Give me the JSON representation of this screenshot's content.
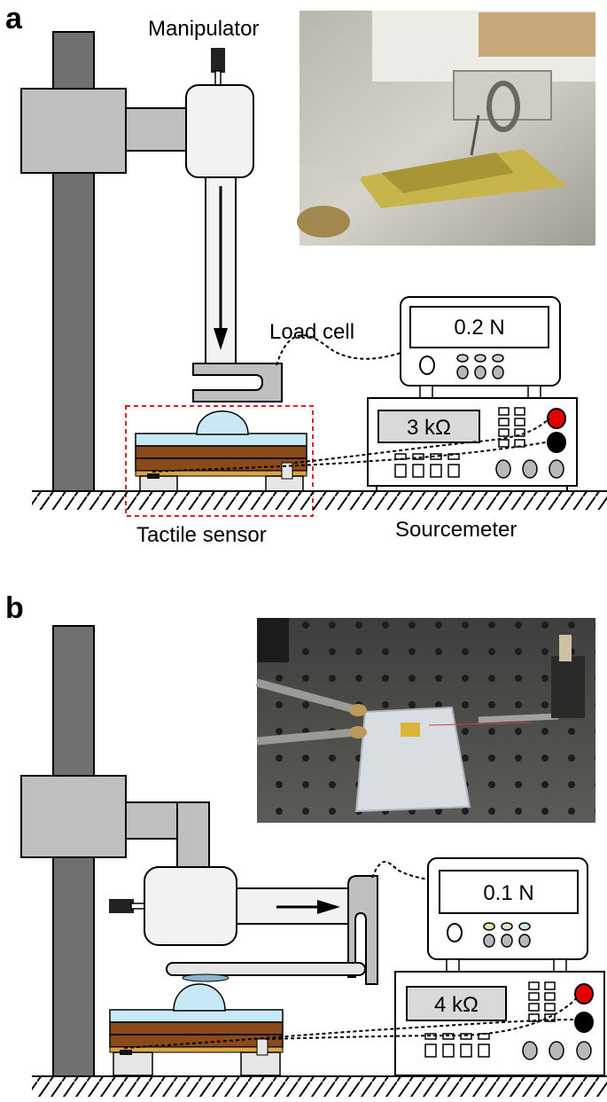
{
  "panel_a": {
    "letter": "a",
    "manipulator_label": "Manipulator",
    "load_cell_label": "Load cell",
    "force_readout": "0.2 N",
    "resistance_readout": "3 kΩ",
    "sensor_label": "Tactile sensor",
    "meter_label": "Sourcemeter"
  },
  "panel_b": {
    "letter": "b",
    "force_readout": "0.1 N",
    "resistance_readout": "4 kΩ"
  },
  "colors": {
    "pillar": "#707070",
    "clamp": "#bfbfbf",
    "manipulator_body": "#f2f2f2",
    "bump": "#c6e9f5",
    "copper": "#8b4a1a",
    "gold": "#d9a441",
    "red_button": "#e30000",
    "highlight_box": "#e02020",
    "photo_a_bg": "#a8a49a",
    "photo_b_bg": "#4a4a48"
  }
}
